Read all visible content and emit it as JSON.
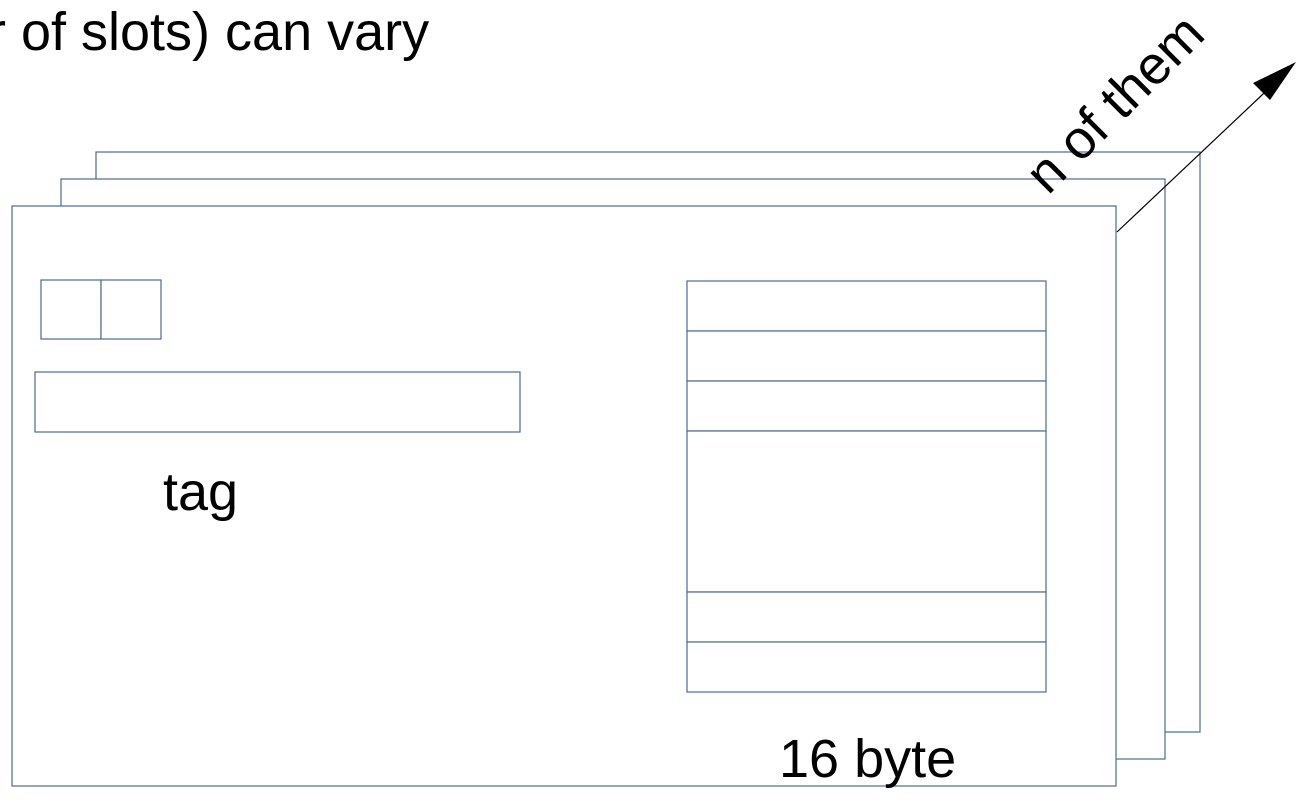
{
  "diagram": {
    "header_text": "r of slots) can vary",
    "tag_label": "tag",
    "block_size_label": "16 byte",
    "count_label": "n of them"
  }
}
